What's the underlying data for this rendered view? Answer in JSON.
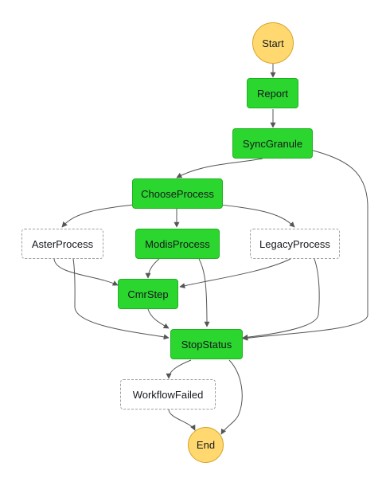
{
  "diagram": {
    "type": "state-machine-graph",
    "colors": {
      "succeeded": "#2bd62e",
      "not_executed": "#ffffff",
      "terminal": "#ffd970",
      "edge": "#555555"
    },
    "nodes": {
      "start": {
        "label": "Start",
        "status": "terminal"
      },
      "report": {
        "label": "Report",
        "status": "succeeded"
      },
      "sync_granule": {
        "label": "SyncGranule",
        "status": "succeeded"
      },
      "choose_process": {
        "label": "ChooseProcess",
        "status": "succeeded"
      },
      "aster_process": {
        "label": "AsterProcess",
        "status": "not_executed"
      },
      "modis_process": {
        "label": "ModisProcess",
        "status": "succeeded"
      },
      "legacy_process": {
        "label": "LegacyProcess",
        "status": "not_executed"
      },
      "cmr_step": {
        "label": "CmrStep",
        "status": "succeeded"
      },
      "stop_status": {
        "label": "StopStatus",
        "status": "succeeded"
      },
      "workflow_failed": {
        "label": "WorkflowFailed",
        "status": "not_executed"
      },
      "end": {
        "label": "End",
        "status": "terminal"
      }
    },
    "edges": [
      {
        "from": "Start",
        "to": "Report"
      },
      {
        "from": "Report",
        "to": "SyncGranule"
      },
      {
        "from": "SyncGranule",
        "to": "ChooseProcess"
      },
      {
        "from": "SyncGranule",
        "to": "StopStatus"
      },
      {
        "from": "ChooseProcess",
        "to": "AsterProcess"
      },
      {
        "from": "ChooseProcess",
        "to": "ModisProcess"
      },
      {
        "from": "ChooseProcess",
        "to": "LegacyProcess"
      },
      {
        "from": "AsterProcess",
        "to": "CmrStep"
      },
      {
        "from": "AsterProcess",
        "to": "StopStatus"
      },
      {
        "from": "ModisProcess",
        "to": "CmrStep"
      },
      {
        "from": "ModisProcess",
        "to": "StopStatus"
      },
      {
        "from": "LegacyProcess",
        "to": "CmrStep"
      },
      {
        "from": "LegacyProcess",
        "to": "StopStatus"
      },
      {
        "from": "CmrStep",
        "to": "StopStatus"
      },
      {
        "from": "StopStatus",
        "to": "WorkflowFailed"
      },
      {
        "from": "StopStatus",
        "to": "End"
      },
      {
        "from": "WorkflowFailed",
        "to": "End"
      }
    ]
  }
}
